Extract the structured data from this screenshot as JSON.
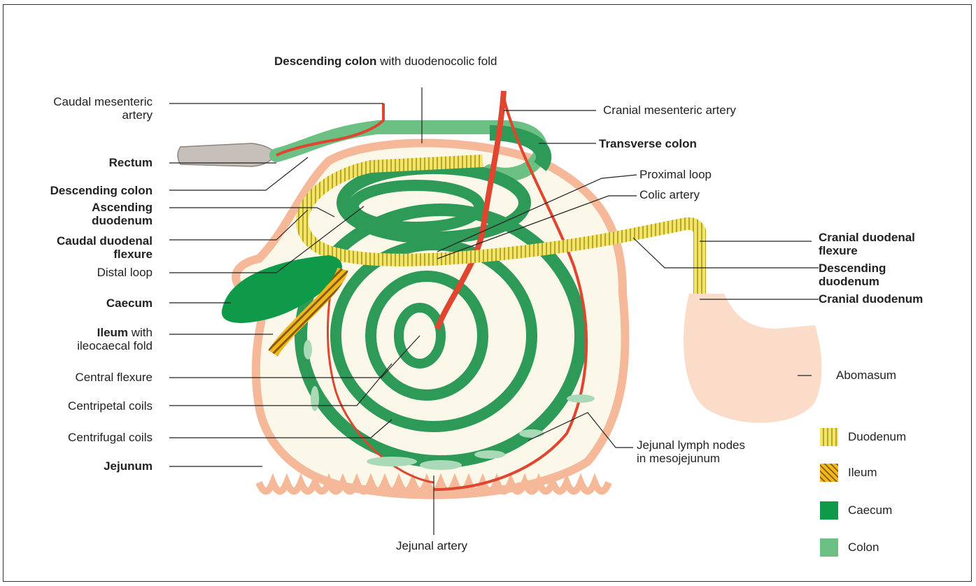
{
  "labels": {
    "descending_colon_top_bold": "Descending colon",
    "descending_colon_top_rest": " with duodenocolic fold",
    "caudal_mesenteric_artery_1": "Caudal mesenteric",
    "caudal_mesenteric_artery_2": "artery",
    "rectum": "Rectum",
    "descending_colon": "Descending colon",
    "ascending_duodenum_1": "Ascending",
    "ascending_duodenum_2": "duodenum",
    "caudal_duodenal_flexure_1": "Caudal duodenal",
    "caudal_duodenal_flexure_2": "flexure",
    "distal_loop": "Distal loop",
    "caecum": "Caecum",
    "ileum_bold": "Ileum",
    "ileum_rest": " with",
    "ileum_line2": "ileocaecal fold",
    "central_flexure": "Central flexure",
    "centripetal_coils": "Centripetal coils",
    "centrifugal_coils": "Centrifugal coils",
    "jejunum": "Jejunum",
    "jejunal_artery": "Jejunal artery",
    "cranial_mesenteric_artery": "Cranial mesenteric artery",
    "transverse_colon": "Transverse colon",
    "proximal_loop": "Proximal loop",
    "colic_artery": "Colic artery",
    "cranial_duodenal_flexure_1": "Cranial duodenal",
    "cranial_duodenal_flexure_2": "flexure",
    "descending_duodenum_1": "Descending",
    "descending_duodenum_2": "duodenum",
    "cranial_duodenum": "Cranial duodenum",
    "abomasum": "Abomasum",
    "jejunal_lymph_nodes_1": "Jejunal lymph nodes",
    "jejunal_lymph_nodes_2": "in mesojejunum"
  },
  "legend": [
    {
      "label": "Duodenum",
      "pattern": "vertical-stripes",
      "color": "#f2e66a"
    },
    {
      "label": "Ileum",
      "pattern": "diagonal-stripes",
      "color": "#f0b81c"
    },
    {
      "label": "Caecum",
      "pattern": "solid",
      "color": "#0f9a4a"
    },
    {
      "label": "Colon",
      "pattern": "solid",
      "color": "#6cc084"
    }
  ],
  "colors": {
    "mesentery": "#fbf8ea",
    "jejunum_edge": "#f5b99a",
    "colon_light": "#6cc084",
    "colon_dark": "#2e9a58",
    "caecum": "#0f9a4a",
    "duodenum": "#f2e66a",
    "ileum": "#f0b81c",
    "artery": "#e0452f",
    "lymph_node": "#a9d9b6",
    "rectum": "#c7bfba",
    "abomasum": "#fbdcc8"
  }
}
